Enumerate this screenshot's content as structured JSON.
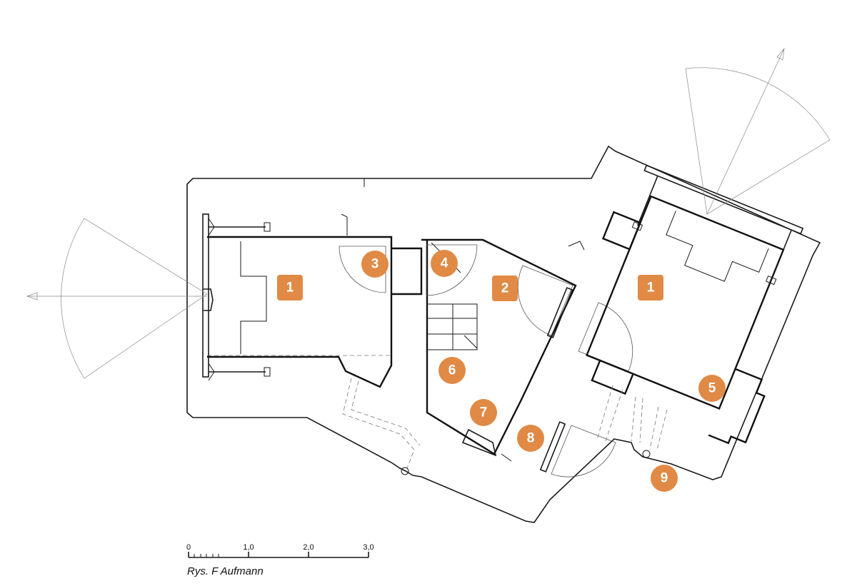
{
  "markers": {
    "m1_left": "1",
    "m1_right": "1",
    "m2": "2",
    "m3": "3",
    "m4": "4",
    "m5": "5",
    "m6": "6",
    "m7": "7",
    "m8": "8",
    "m9": "9"
  },
  "scale_bar": {
    "labels": [
      "0",
      "1,0",
      "2,0",
      "3,0"
    ]
  },
  "caption": "Rys. F Aufmann",
  "colors": {
    "marker": "#e08a45",
    "line": "#1a1a1a",
    "background": "#ffffff"
  }
}
